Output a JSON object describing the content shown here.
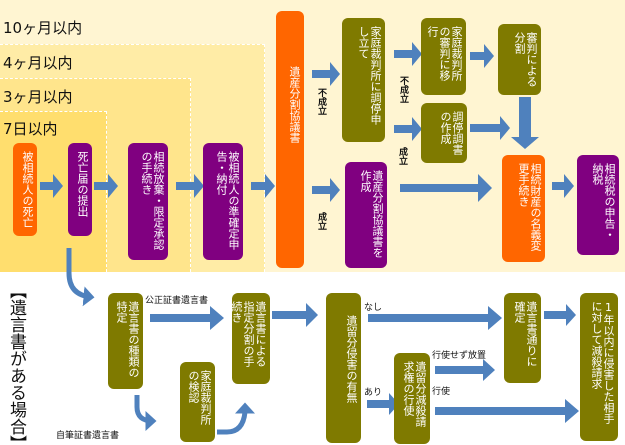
{
  "zones": {
    "m10": "10ヶ月以内",
    "m4": "4ヶ月以内",
    "m3": "3ヶ月以内",
    "d7": "7日以内"
  },
  "top_flow": {
    "death": "被相続人の死亡",
    "death_notice": "死亡届の提出",
    "renunciation": "相続放棄・限定承認の手続き",
    "quasi_return": "被相続人の準確定申告・納付",
    "division_agreement": "遺産分割協議書",
    "mediation": "家庭裁判所に調停申し立て",
    "to_adjudication": "家庭裁判所の審判に移行",
    "adjudication_division": "審判による分割",
    "mediation_record": "調停調書の作成",
    "create_agreement": "遺産分割協議書を作成",
    "name_change": "相続財産の名義変更手続き",
    "tax": "相続税の申告・納税"
  },
  "top_labels": {
    "not_established_1": "不成立",
    "not_established_2": "不成立",
    "established_1": "成立",
    "established_2": "成立"
  },
  "will_section": {
    "title": "【遺言書がある場合】",
    "identify_type": "遺言書の種類の特定",
    "probate": "家庭裁判所の検認",
    "will_division": "遺言書による指定分割の手続き",
    "reserved_infringement": "遺留分侵害の有無",
    "reduction_right": "遺留分減殺請求権の行使",
    "finalized": "遺言書通りに確定",
    "reduction_claim": "1年以内に侵害した相手に対して減殺請求"
  },
  "will_labels": {
    "notarized": "公正証書遺言書",
    "holographic": "自筆証書遺言書",
    "none": "なし",
    "exists": "あり",
    "not_exercised": "行使せず放置",
    "exercised": "行使"
  },
  "colors": {
    "orange": "#FF6600",
    "purple": "#800080",
    "olive": "#7F7A00",
    "arrow": "#4F81BD"
  }
}
